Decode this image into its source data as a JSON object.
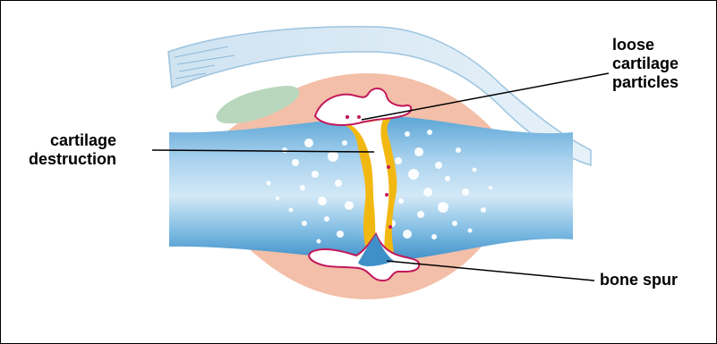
{
  "labels": {
    "loose_particles": "loose\ncartilage\nparticles",
    "cartilage_destruction": "cartilage\ndestruction",
    "bone_spur": "bone spur"
  },
  "colors": {
    "bone": "#6aafd9",
    "joint_capsule": "#f3bfa8",
    "tendon": "#d6e8f4",
    "muscle_patch": "#b9d7bd",
    "cartilage": "#f2b812",
    "cartilage_fragments": "#c2185b",
    "leader_lines": "#000000"
  },
  "icons": [
    "loose-particle-dots",
    "bone-spur-shape"
  ]
}
